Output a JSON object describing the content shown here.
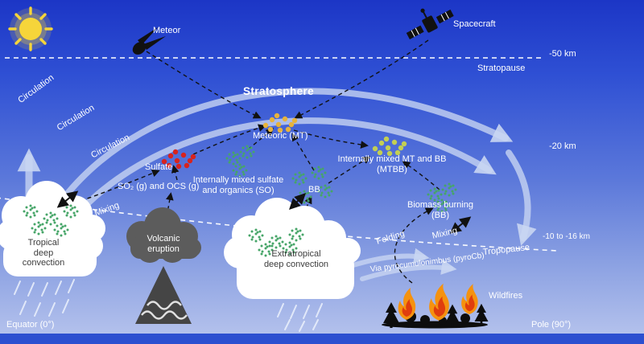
{
  "colors": {
    "bg_top": "#1c36c6",
    "bg_low": "#8aa0e2",
    "bg_bottom": "#b3c1ec",
    "strip": "#2c4fd0",
    "cloud_text": "#3c3c3c",
    "sun": "#f6d53a",
    "sulfate": "#d8231d",
    "meteoric": "#e7b33c",
    "mtbb": "#c3cf52",
    "green": "#46a568",
    "flame_outer": "#f5920f",
    "flame_inner": "#e03e0e",
    "smoke": "#5c5c5c",
    "volcano": "#454545",
    "arrow_light": "#c9d6f2",
    "ink": "#111111"
  },
  "labels": {
    "meteor": "Meteor",
    "spacecraft": "Spacecraft",
    "stratosphere": "Stratosphere",
    "stratopause": "Stratopause",
    "tropopause": "Tropopause",
    "alt_50": "-50 km",
    "alt_20": "-20 km",
    "alt_10_16": "-10 to -16 km",
    "circulation": "Circulation",
    "sulfate": "Sulfate",
    "so2_ocs": "SO₂ (g) and OCS (g)",
    "meteoric": "Meteoric (MT)",
    "so": "Internally mixed sulfate and organics (SO)",
    "mtbb": "Internally mixed MT and BB (MTBB)",
    "bb": "BB",
    "biomass": "Biomass burning (BB)",
    "mixing": "Mixing",
    "folding": "Folding",
    "tropical": "Tropical deep convection",
    "volcanic": "Volcanic eruption",
    "extratropical": "Extratropical deep convection",
    "pyrocb": "Via pyrocumulonimbus (pyroCb)",
    "wildfires": "Wildfires",
    "equator": "Equator (0°)",
    "pole": "Pole (90°)"
  }
}
